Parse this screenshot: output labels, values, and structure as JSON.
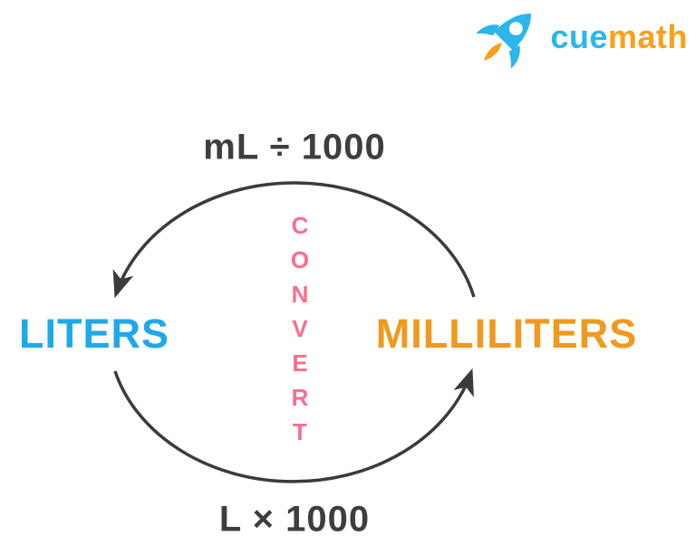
{
  "logo": {
    "rocket_icon": "rocket-icon",
    "brand_cue": "cue",
    "brand_math": "math",
    "cue_color": "#2BB6EC",
    "math_color": "#F9A11B",
    "rocket_body_color": "#2BB6EC",
    "flame_color": "#F9A01B"
  },
  "diagram": {
    "top_formula": "mL ÷ 1000",
    "bottom_formula": "L × 1000",
    "left_unit": "LITERS",
    "right_unit": "MILLILITERS",
    "center_word": "CONVERT",
    "colors": {
      "left_unit": "#1FA9EA",
      "right_unit": "#F0991E",
      "center_word": "#FB6D8B",
      "formulas": "#3E3E3E",
      "arrows": "#3B3B3B"
    }
  }
}
